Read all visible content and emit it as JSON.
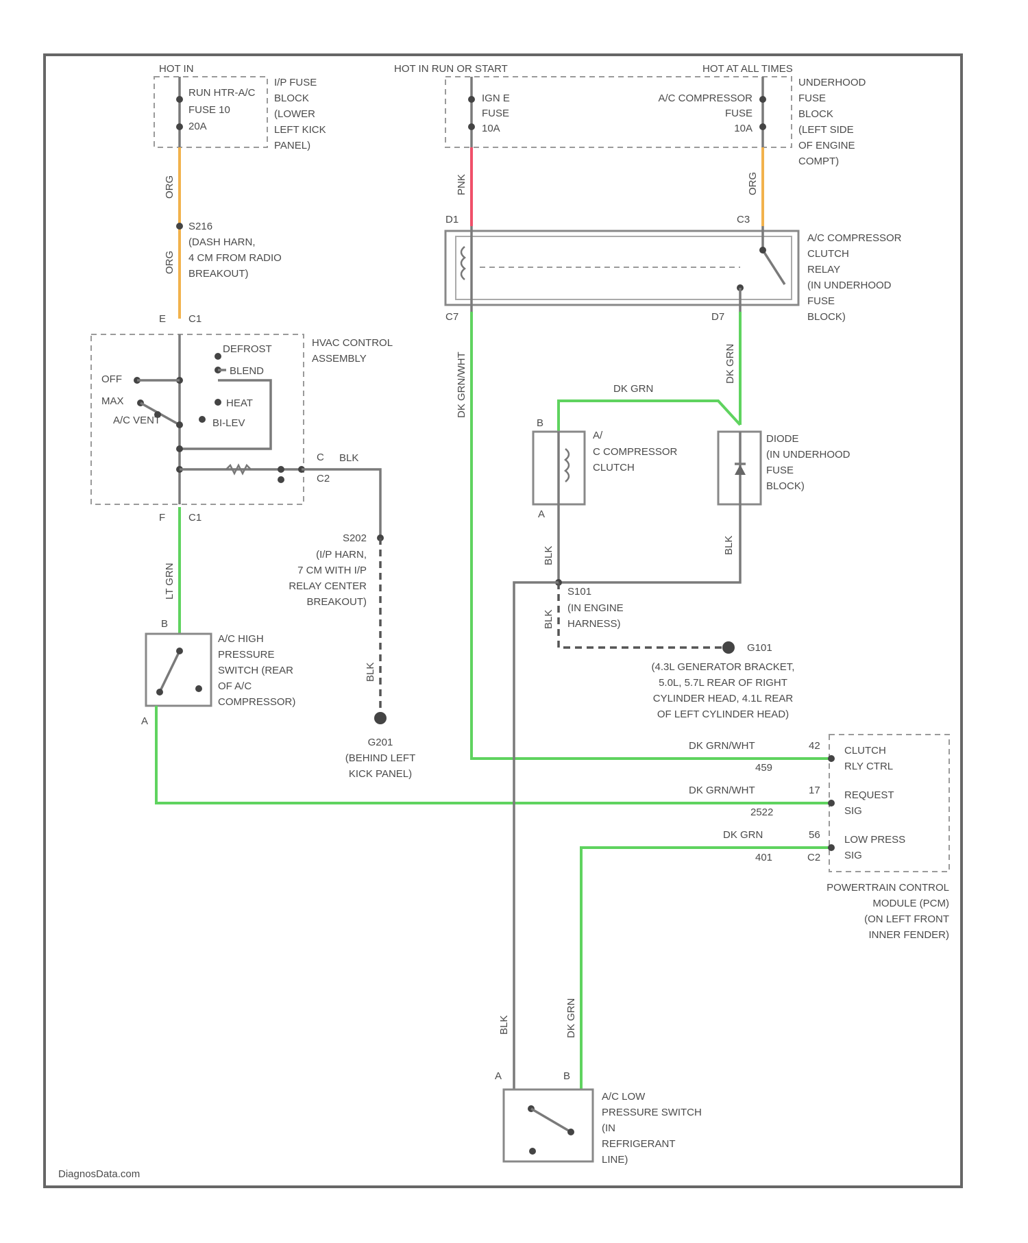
{
  "power": {
    "hot_in_run": "HOT IN",
    "hot_in_run_or_start": "HOT IN RUN OR START",
    "hot_at_all_times": "HOT AT ALL TIMES"
  },
  "fuses": {
    "ip_fuse_name": "RUN HTR-A/C",
    "ip_fuse_num": "FUSE 10",
    "ip_fuse_amp": "20A",
    "ip_fuse_block": [
      "I/P FUSE",
      "BLOCK",
      "(LOWER",
      "LEFT KICK",
      "PANEL)"
    ],
    "ign_fuse_name": "IGN E",
    "ign_fuse_word": "FUSE",
    "ign_fuse_amp": "10A",
    "ac_fuse_name": "A/C COMPRESSOR",
    "ac_fuse_word": "FUSE",
    "ac_fuse_amp": "10A",
    "underhood_block": [
      "UNDERHOOD",
      "FUSE",
      "BLOCK",
      "(LEFT SIDE",
      "OF ENGINE",
      "COMPT)"
    ]
  },
  "wires": {
    "org_upper": "ORG",
    "org_lower": "ORG",
    "pnk": "PNK",
    "org_right": "ORG",
    "dk_grn_ab": "DK GRN",
    "dk_grn_relay": "DK GRN",
    "dk_grn_diode": "DK GRN",
    "dk_grn_ls": "DK GRN",
    "lt_grn": "LT GRN",
    "dk_grn_pcm": "DK GRN",
    "blk_hvac": "BLK",
    "blk_g201": "BLK",
    "blk_comp": "BLK",
    "blk_diode": "BLK",
    "blk_g101": "BLK",
    "blk_low": "BLK",
    "dk_grn_low": "DK GRN",
    "dk_grn_wht_relay": "DK GRN/WHT",
    "dk_grn_wht_pcm": "DK GRN/WHT",
    "dk_grn_wht_hp": "DK GRN/WHT",
    "num_459": "459",
    "num_2522": "2522",
    "num_401": "401"
  },
  "splices": {
    "s216": "S216",
    "s216_desc": [
      "(DASH HARN,",
      "4 CM FROM RADIO",
      "BREAKOUT)"
    ],
    "s202": "S202",
    "s202_desc": [
      "(I/P HARN,",
      "7 CM WITH I/P",
      "RELAY CENTER",
      "BREAKOUT)"
    ],
    "s101": "S101",
    "s101_desc": [
      "(IN ENGINE",
      "HARNESS)"
    ]
  },
  "grounds": {
    "g201": "G201",
    "g201_desc": [
      "(BEHIND LEFT",
      "KICK PANEL)"
    ],
    "g101": "G101",
    "g101_desc": [
      "(4.3L GENERATOR BRACKET,",
      "5.0L, 5.7L REAR OF RIGHT",
      "CYLINDER HEAD, 4.1L REAR",
      "OF LEFT CYLINDER HEAD)"
    ]
  },
  "components": {
    "relay": [
      "A/C COMPRESSOR",
      "CLUTCH",
      "RELAY",
      "(IN UNDERHOOD",
      "FUSE",
      "BLOCK)"
    ],
    "hvac": [
      "HVAC CONTROL",
      "ASSEMBLY"
    ],
    "hvac_modes": {
      "defrost": "DEFROST",
      "blend": "BLEND",
      "off": "OFF",
      "max": "MAX",
      "heat": "HEAT",
      "ac_vent": "A/C VENT",
      "bi_lev": "BI-LEV"
    },
    "compressor": [
      "A/",
      "C COMPRESSOR",
      "CLUTCH"
    ],
    "diode": [
      "DIODE",
      "(IN UNDERHOOD",
      "FUSE",
      "BLOCK)"
    ],
    "hp_switch": [
      "A/C HIGH",
      "PRESSURE",
      "SWITCH (REAR",
      "OF A/C",
      "COMPRESSOR)"
    ],
    "lp_switch": [
      "A/C LOW",
      "PRESSURE SWITCH",
      "(IN",
      "REFRIGERANT",
      "LINE)"
    ],
    "pcm": [
      "POWERTRAIN CONTROL",
      "MODULE (PCM)",
      "(ON LEFT FRONT",
      "INNER FENDER)"
    ],
    "pcm_pins": {
      "clutch": [
        "CLUTCH",
        "RLY CTRL"
      ],
      "request": [
        "REQUEST",
        "SIG"
      ],
      "lowpress": [
        "LOW PRESS",
        "SIG"
      ]
    }
  },
  "pins": {
    "e": "E",
    "c1_top": "C1",
    "f": "F",
    "c1_bot": "C1",
    "c": "C",
    "c2": "C2",
    "d1": "D1",
    "c3": "C3",
    "c7": "C7",
    "d7": "D7",
    "b_comp": "B",
    "a_comp": "A",
    "b_hp": "B",
    "a_hp": "A",
    "a_lp": "A",
    "b_lp": "B",
    "p42": "42",
    "p17": "17",
    "p56": "56",
    "pc2": "C2"
  },
  "watermark": "DiagnosData.com"
}
